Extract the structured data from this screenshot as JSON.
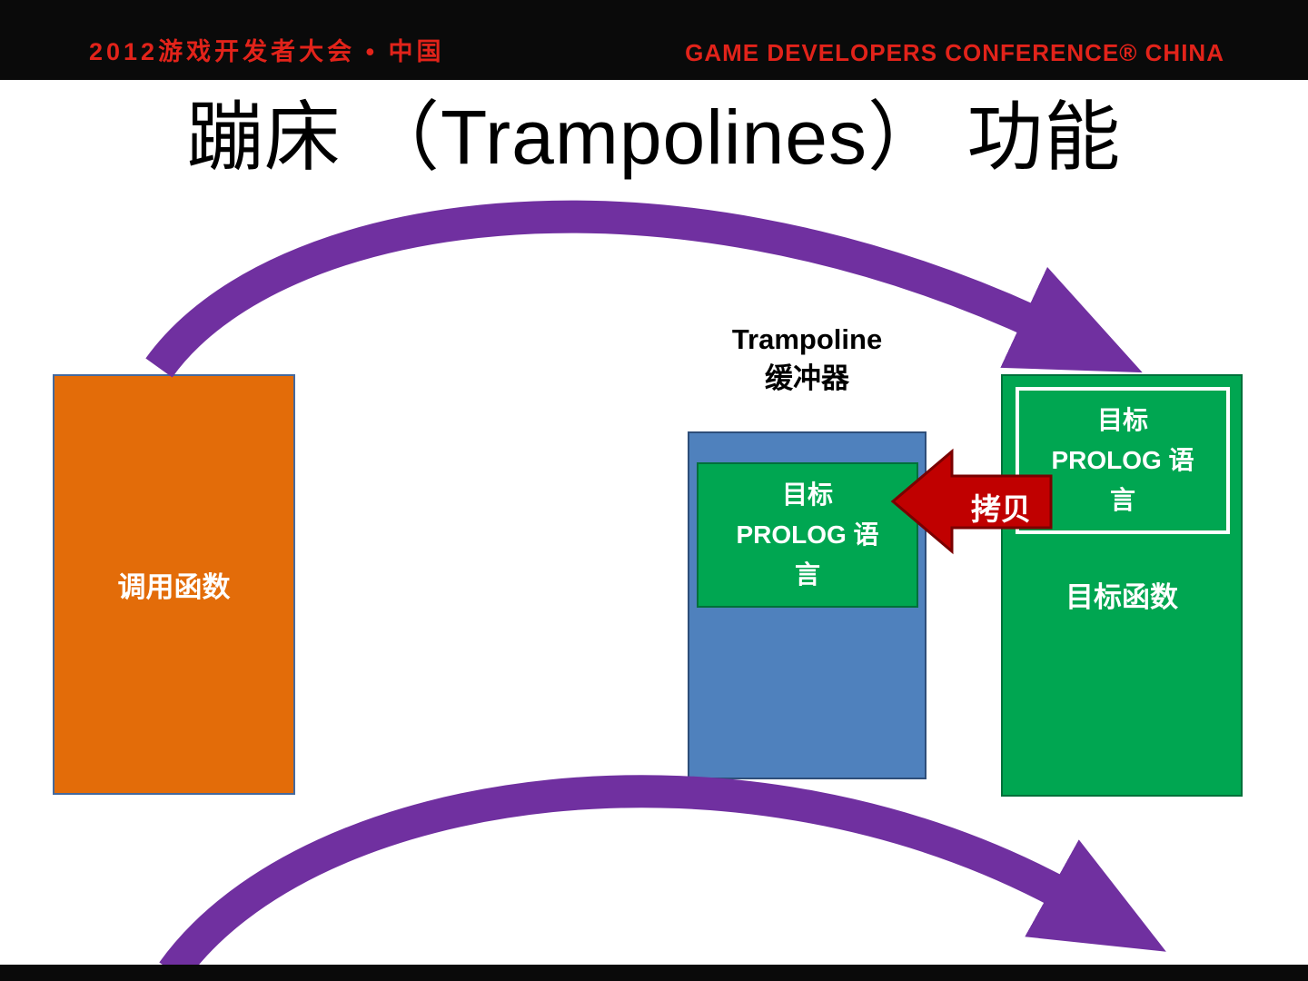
{
  "header": {
    "left_brand": "2012游戏开发者大会 • 中国",
    "right_brand": "GAME DEVELOPERS CONFERENCE® CHINA"
  },
  "title": "蹦床 （Trampolines） 功能",
  "diagram": {
    "caller_label": "调用函数",
    "trampoline_caption_1": "Trampoline",
    "trampoline_caption_2": "缓冲器",
    "trampoline_inner_label": "目标\nPROLOG 语\n言",
    "target_inner_label": "目标\nPROLOG 语\n言",
    "target_label": "目标函数",
    "copy_label": "拷贝"
  },
  "colors": {
    "caller_fill": "#E36C09",
    "buffer_fill": "#4F81BD",
    "target_fill": "#00A651",
    "arrow_purple": "#7030A0",
    "copy_red": "#C00000",
    "brand_red": "#E2231A",
    "bar_black": "#0A0A0A"
  }
}
